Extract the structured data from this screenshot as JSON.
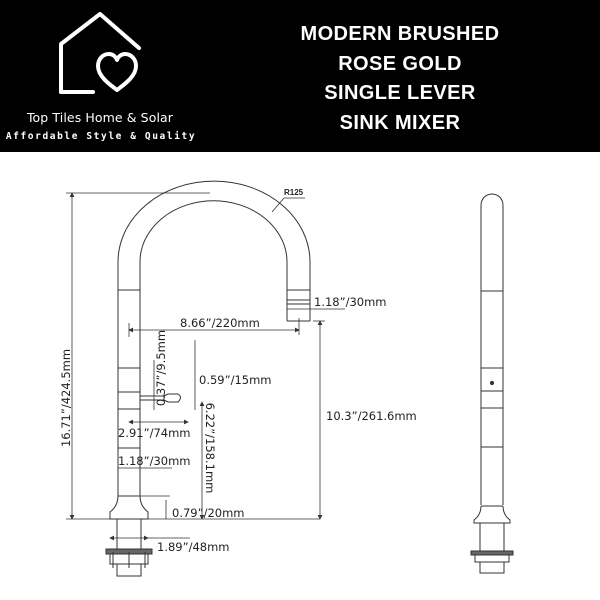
{
  "header": {
    "brand": {
      "name": "Top Tiles Home & Solar",
      "tagline": "Affordable Style & Quality",
      "logo_icon": "house-heart-icon"
    },
    "title_lines": [
      "MODERN BRUSHED",
      "ROSE GOLD",
      "SINGLE LEVER",
      "SINK MIXER"
    ],
    "background_color": "#000000",
    "text_color": "#ffffff"
  },
  "drawing": {
    "front_view": {
      "radius_label": "R125",
      "dimensions": {
        "total_height": "16.71”/424.5mm",
        "spout_reach": "8.66”/220mm",
        "spout_outlet_diameter": "1.18”/30mm",
        "spout_clearance_height": "10.3”/261.6mm",
        "lever_diameter": "0.37”/9.5mm",
        "lever_tip_height": "0.59”/15mm",
        "lever_length": "2.91”/74mm",
        "lever_height": "6.22”/158.1mm",
        "body_diameter": "1.18”/30mm",
        "base_flange_height": "0.79”/20mm",
        "base_diameter": "1.89”/48mm"
      }
    },
    "side_view": {
      "label": "side-profile"
    },
    "line_color": "#333333"
  }
}
